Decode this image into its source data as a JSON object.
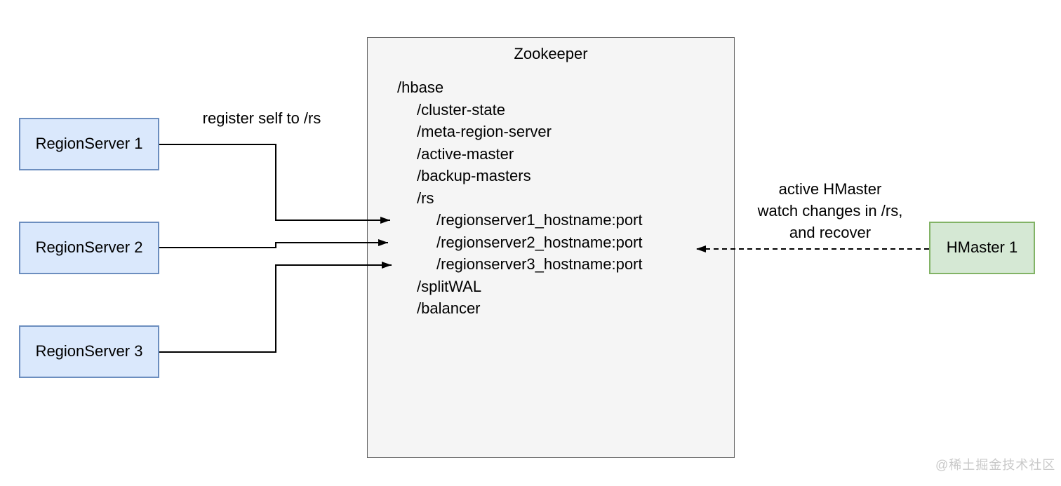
{
  "region_servers": [
    {
      "label": "RegionServer 1"
    },
    {
      "label": "RegionServer 2"
    },
    {
      "label": "RegionServer 3"
    }
  ],
  "zookeeper": {
    "title": "Zookeeper",
    "tree": [
      {
        "text": "/hbase",
        "indent": 0
      },
      {
        "text": "/cluster-state",
        "indent": 1
      },
      {
        "text": "/meta-region-server",
        "indent": 1
      },
      {
        "text": "/active-master",
        "indent": 1
      },
      {
        "text": "/backup-masters",
        "indent": 1
      },
      {
        "text": "/rs",
        "indent": 1
      },
      {
        "text": "/regionserver1_hostname:port",
        "indent": 2
      },
      {
        "text": "/regionserver2_hostname:port",
        "indent": 2
      },
      {
        "text": "/regionserver3_hostname:port",
        "indent": 2
      },
      {
        "text": "/splitWAL",
        "indent": 1
      },
      {
        "text": "/balancer",
        "indent": 1
      }
    ]
  },
  "hmaster": {
    "label": "HMaster 1"
  },
  "labels": {
    "register": "register self to /rs",
    "watch": "active HMaster\nwatch changes in /rs,\nand recover"
  },
  "watermark": "@稀土掘金技术社区",
  "colors": {
    "region_server_fill": "#dae8fc",
    "region_server_border": "#6c8ebf",
    "zookeeper_fill": "#f5f5f5",
    "zookeeper_border": "#666666",
    "hmaster_fill": "#d5e8d4",
    "hmaster_border": "#82b366",
    "arrow": "#000000",
    "watermark_text": "#c9c9c9"
  }
}
